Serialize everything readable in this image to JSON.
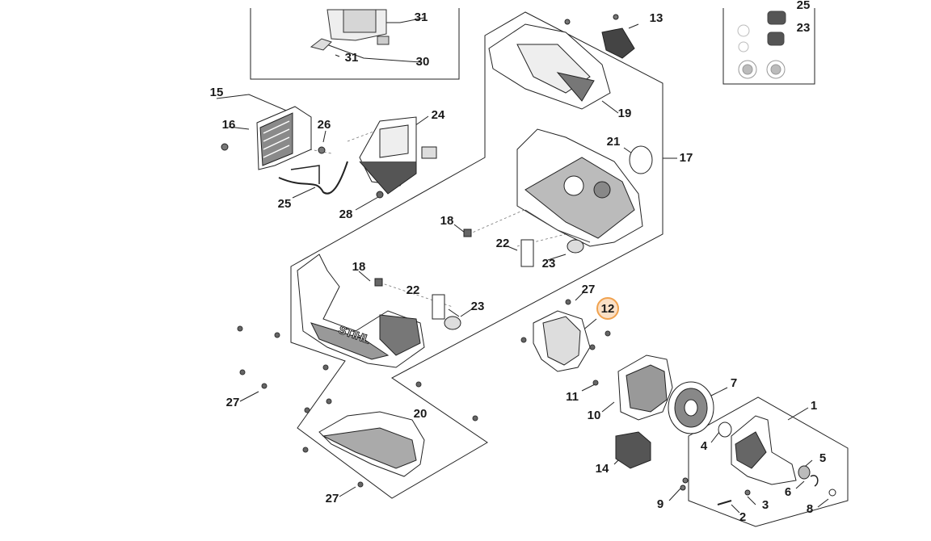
{
  "diagram": {
    "highlight_color": "#f0a24f",
    "highlighted_label": "12",
    "labels": [
      "31",
      "31",
      "30",
      "13",
      "25",
      "23",
      "15",
      "16",
      "26",
      "24",
      "25",
      "28",
      "19",
      "21",
      "17",
      "18",
      "22",
      "23",
      "18",
      "22",
      "23",
      "27",
      "27",
      "27",
      "11",
      "10",
      "7",
      "1",
      "4",
      "5",
      "6",
      "14",
      "9",
      "2",
      "3",
      "8",
      "20",
      "27"
    ]
  }
}
